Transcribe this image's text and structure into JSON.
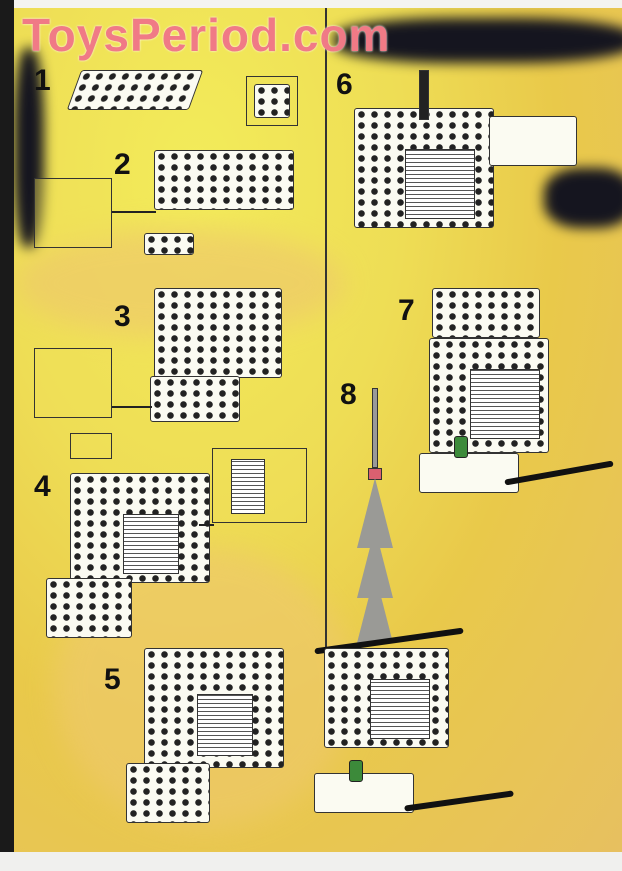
{
  "watermark": "ToysPeriod.com",
  "steps": [
    "1",
    "2",
    "3",
    "4",
    "5",
    "6",
    "7",
    "8"
  ],
  "colors": {
    "sand": "#eedd55",
    "watermark": "#f07a86",
    "green_part": "#3c8a3a"
  }
}
